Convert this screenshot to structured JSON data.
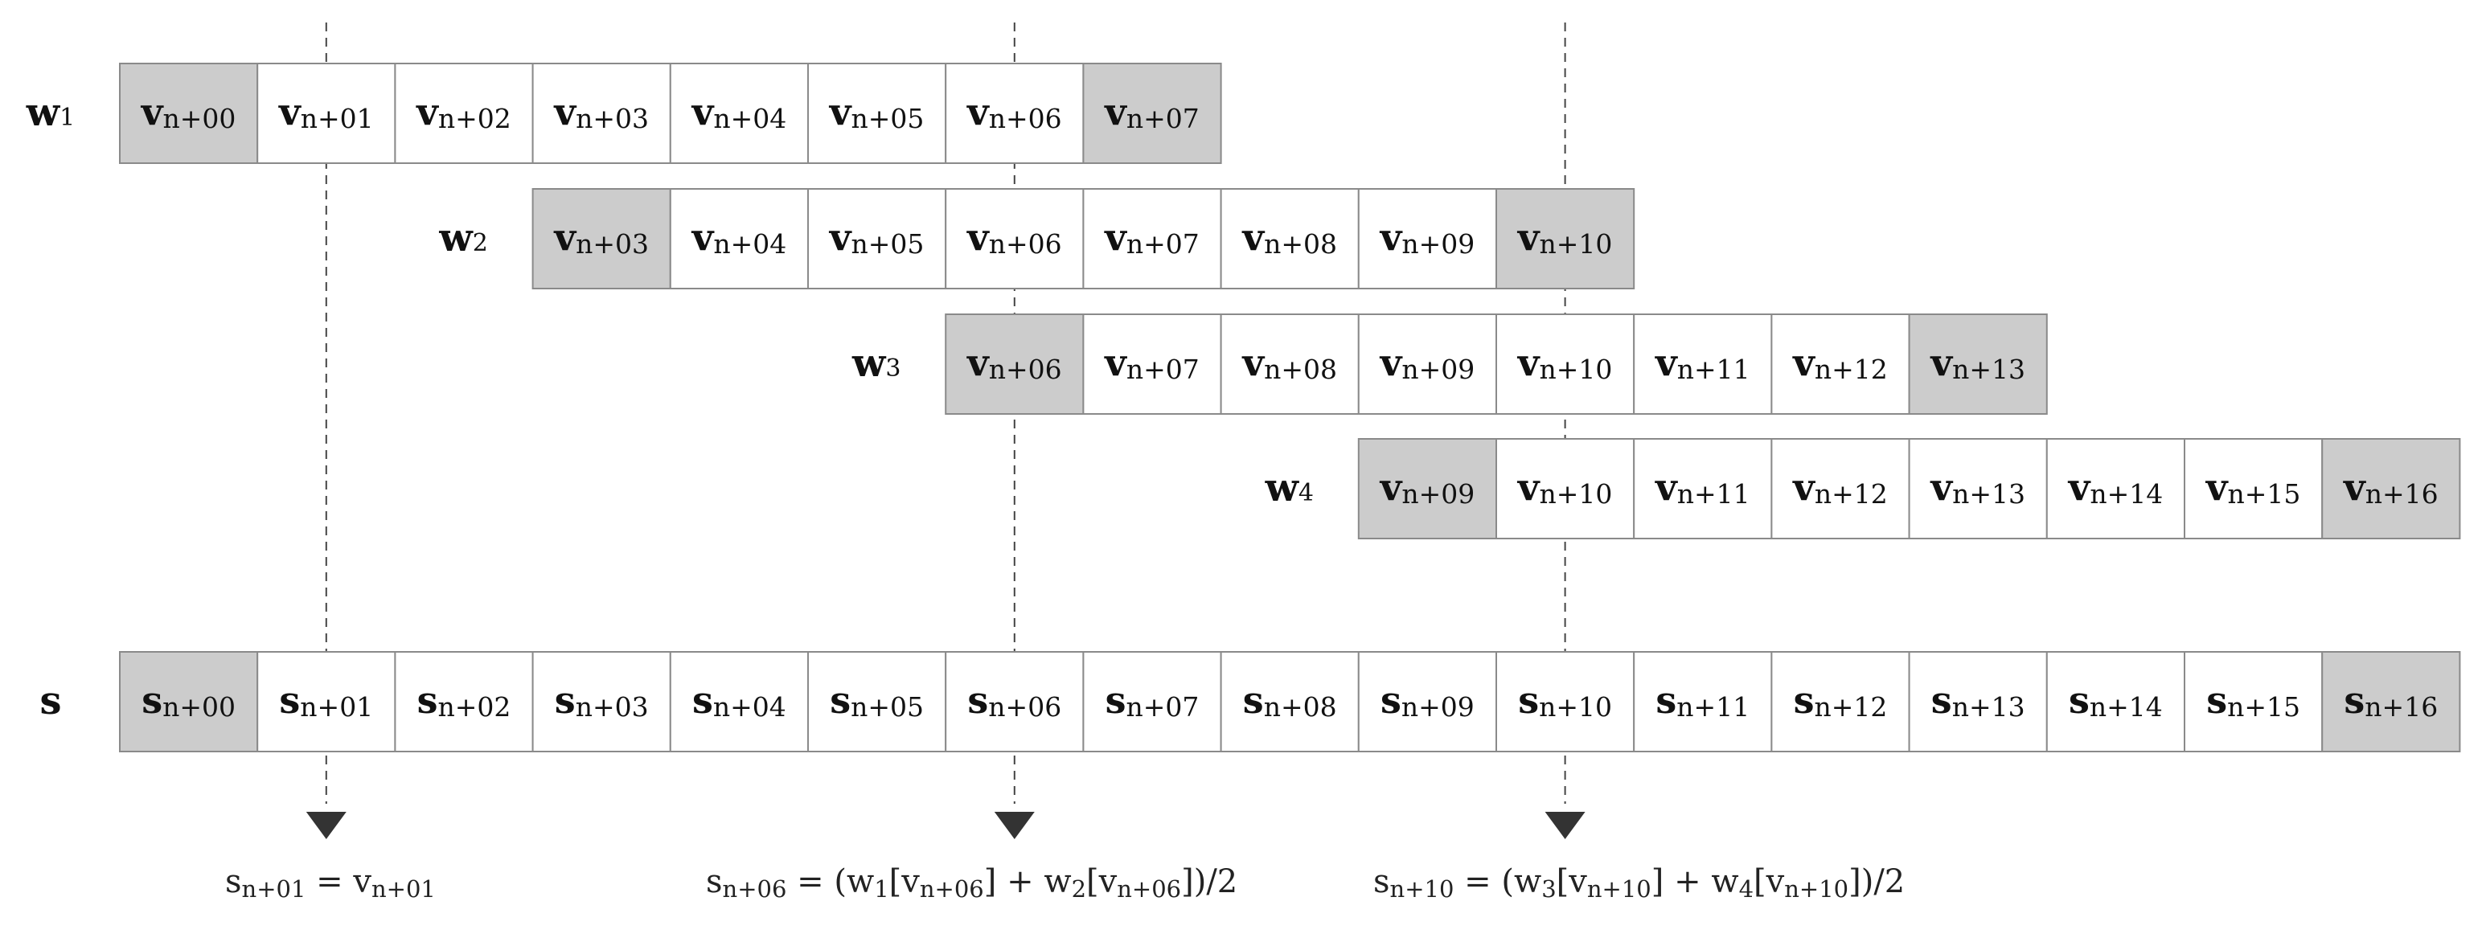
{
  "colors": {
    "highlight": "#cccccc",
    "plain": "#ffffff",
    "border": "#8a8a8a",
    "text": "#111111",
    "arrow": "#333333"
  },
  "rows": [
    {
      "label": "w",
      "sub": "1",
      "start": 0,
      "cells": [
        {
          "main": "v",
          "sub": "n+00",
          "hl": true
        },
        {
          "main": "v",
          "sub": "n+01",
          "hl": false
        },
        {
          "main": "v",
          "sub": "n+02",
          "hl": false
        },
        {
          "main": "v",
          "sub": "n+03",
          "hl": false
        },
        {
          "main": "v",
          "sub": "n+04",
          "hl": false
        },
        {
          "main": "v",
          "sub": "n+05",
          "hl": false
        },
        {
          "main": "v",
          "sub": "n+06",
          "hl": false
        },
        {
          "main": "v",
          "sub": "n+07",
          "hl": true
        }
      ]
    },
    {
      "label": "w",
      "sub": "2",
      "start": 3,
      "cells": [
        {
          "main": "v",
          "sub": "n+03",
          "hl": true
        },
        {
          "main": "v",
          "sub": "n+04",
          "hl": false
        },
        {
          "main": "v",
          "sub": "n+05",
          "hl": false
        },
        {
          "main": "v",
          "sub": "n+06",
          "hl": false
        },
        {
          "main": "v",
          "sub": "n+07",
          "hl": false
        },
        {
          "main": "v",
          "sub": "n+08",
          "hl": false
        },
        {
          "main": "v",
          "sub": "n+09",
          "hl": false
        },
        {
          "main": "v",
          "sub": "n+10",
          "hl": true
        }
      ]
    },
    {
      "label": "w",
      "sub": "3",
      "start": 6,
      "cells": [
        {
          "main": "v",
          "sub": "n+06",
          "hl": true
        },
        {
          "main": "v",
          "sub": "n+07",
          "hl": false
        },
        {
          "main": "v",
          "sub": "n+08",
          "hl": false
        },
        {
          "main": "v",
          "sub": "n+09",
          "hl": false
        },
        {
          "main": "v",
          "sub": "n+10",
          "hl": false
        },
        {
          "main": "v",
          "sub": "n+11",
          "hl": false
        },
        {
          "main": "v",
          "sub": "n+12",
          "hl": false
        },
        {
          "main": "v",
          "sub": "n+13",
          "hl": true
        }
      ]
    },
    {
      "label": "w",
      "sub": "4",
      "start": 9,
      "cells": [
        {
          "main": "v",
          "sub": "n+09",
          "hl": true
        },
        {
          "main": "v",
          "sub": "n+10",
          "hl": false
        },
        {
          "main": "v",
          "sub": "n+11",
          "hl": false
        },
        {
          "main": "v",
          "sub": "n+12",
          "hl": false
        },
        {
          "main": "v",
          "sub": "n+13",
          "hl": false
        },
        {
          "main": "v",
          "sub": "n+14",
          "hl": false
        },
        {
          "main": "v",
          "sub": "n+15",
          "hl": false
        },
        {
          "main": "v",
          "sub": "n+16",
          "hl": true
        }
      ]
    },
    {
      "label": "s",
      "sub": "",
      "start": 0,
      "cells": [
        {
          "main": "s",
          "sub": "n+00",
          "hl": true
        },
        {
          "main": "s",
          "sub": "n+01",
          "hl": false
        },
        {
          "main": "s",
          "sub": "n+02",
          "hl": false
        },
        {
          "main": "s",
          "sub": "n+03",
          "hl": false
        },
        {
          "main": "s",
          "sub": "n+04",
          "hl": false
        },
        {
          "main": "s",
          "sub": "n+05",
          "hl": false
        },
        {
          "main": "s",
          "sub": "n+06",
          "hl": false
        },
        {
          "main": "s",
          "sub": "n+07",
          "hl": false
        },
        {
          "main": "s",
          "sub": "n+08",
          "hl": false
        },
        {
          "main": "s",
          "sub": "n+09",
          "hl": false
        },
        {
          "main": "s",
          "sub": "n+10",
          "hl": false
        },
        {
          "main": "s",
          "sub": "n+11",
          "hl": false
        },
        {
          "main": "s",
          "sub": "n+12",
          "hl": false
        },
        {
          "main": "s",
          "sub": "n+13",
          "hl": false
        },
        {
          "main": "s",
          "sub": "n+14",
          "hl": false
        },
        {
          "main": "s",
          "sub": "n+15",
          "hl": false
        },
        {
          "main": "s",
          "sub": "n+16",
          "hl": true
        }
      ]
    }
  ],
  "guides": [
    1,
    6,
    10
  ],
  "formulas": [
    {
      "parts": [
        [
          "s",
          ""
        ],
        [
          "n+01",
          "sub"
        ],
        [
          " = v",
          ""
        ],
        [
          "n+01",
          "sub"
        ]
      ]
    },
    {
      "parts": [
        [
          "s",
          ""
        ],
        [
          "n+06",
          "sub"
        ],
        [
          " = (w",
          ""
        ],
        [
          "1",
          "sub"
        ],
        [
          "[v",
          ""
        ],
        [
          "n+06",
          "sub"
        ],
        [
          "] + w",
          ""
        ],
        [
          "2",
          "sub"
        ],
        [
          "[v",
          ""
        ],
        [
          "n+06",
          "sub"
        ],
        [
          "])/2",
          ""
        ]
      ]
    },
    {
      "parts": [
        [
          "s",
          ""
        ],
        [
          "n+10",
          "sub"
        ],
        [
          " = (w",
          ""
        ],
        [
          "3",
          "sub"
        ],
        [
          "[v",
          ""
        ],
        [
          "n+10",
          "sub"
        ],
        [
          "] + w",
          ""
        ],
        [
          "4",
          "sub"
        ],
        [
          "[v",
          ""
        ],
        [
          "n+10",
          "sub"
        ],
        [
          "])/2",
          ""
        ]
      ]
    }
  ]
}
